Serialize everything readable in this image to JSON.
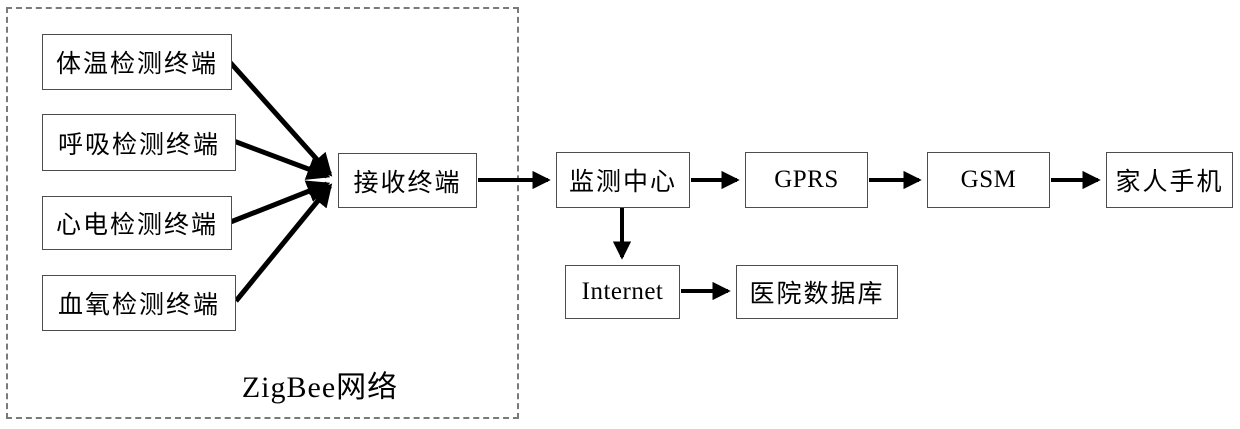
{
  "diagram": {
    "title_none": "",
    "zigbee": {
      "group_label": "ZigBee网络",
      "nodes": {
        "temp": "体温检测终端",
        "resp": "呼吸检测终端",
        "ecg": "心电检测终端",
        "spo2": "血氧检测终端",
        "receiver": "接收终端"
      }
    },
    "nodes": {
      "monitor_center": "监测中心",
      "gprs": "GPRS",
      "gsm": "GSM",
      "family_phone": "家人手机",
      "internet": "Internet",
      "hospital_db": "医院数据库"
    },
    "edges": [
      {
        "from": "体温检测终端",
        "to": "接收终端"
      },
      {
        "from": "呼吸检测终端",
        "to": "接收终端"
      },
      {
        "from": "心电检测终端",
        "to": "接收终端"
      },
      {
        "from": "血氧检测终端",
        "to": "接收终端"
      },
      {
        "from": "接收终端",
        "to": "监测中心"
      },
      {
        "from": "监测中心",
        "to": "GPRS"
      },
      {
        "from": "GPRS",
        "to": "GSM"
      },
      {
        "from": "GSM",
        "to": "家人手机"
      },
      {
        "from": "监测中心",
        "to": "Internet"
      },
      {
        "from": "Internet",
        "to": "医院数据库"
      }
    ],
    "colors": {
      "box_border": "#4d4d4d",
      "dashed_border": "#7a7a7a",
      "arrow": "#000000",
      "text": "#000000",
      "background": "#ffffff"
    }
  }
}
